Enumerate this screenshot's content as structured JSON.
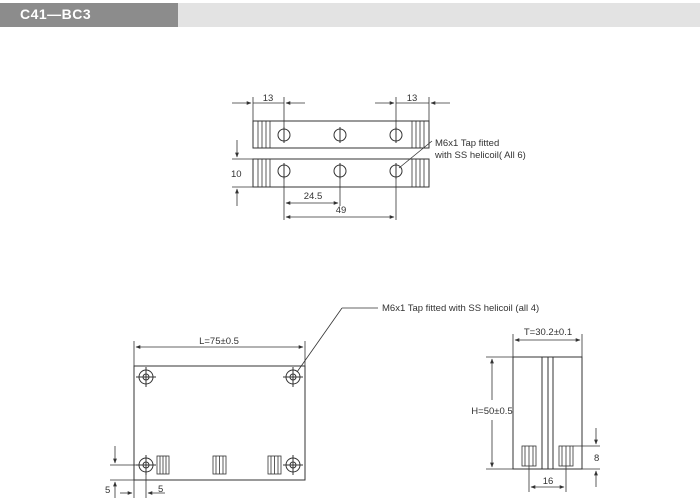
{
  "header": {
    "title": "C41—BC3"
  },
  "colors": {
    "header_dark": "#8c8c8c",
    "header_light": "#e3e3e3",
    "line": "#333333"
  },
  "top_view": {
    "dim_left": "13",
    "dim_right": "13",
    "dim_height": "10",
    "dim_pitch": "24.5",
    "dim_span": "49",
    "callout": [
      "M6x1 Tap fitted",
      "with SS helicoil( All 6)"
    ]
  },
  "front_view": {
    "callout": "M6x1 Tap fitted with SS helicoil (all 4)",
    "dim_length": "L=75±0.5",
    "dim_edge_left": "5",
    "dim_edge_bottom": "5"
  },
  "side_view": {
    "dim_thickness": "T=30.2±0.1",
    "dim_height": "H=50±0.5",
    "dim_stud_height": "8",
    "dim_stud_pitch": "16"
  }
}
